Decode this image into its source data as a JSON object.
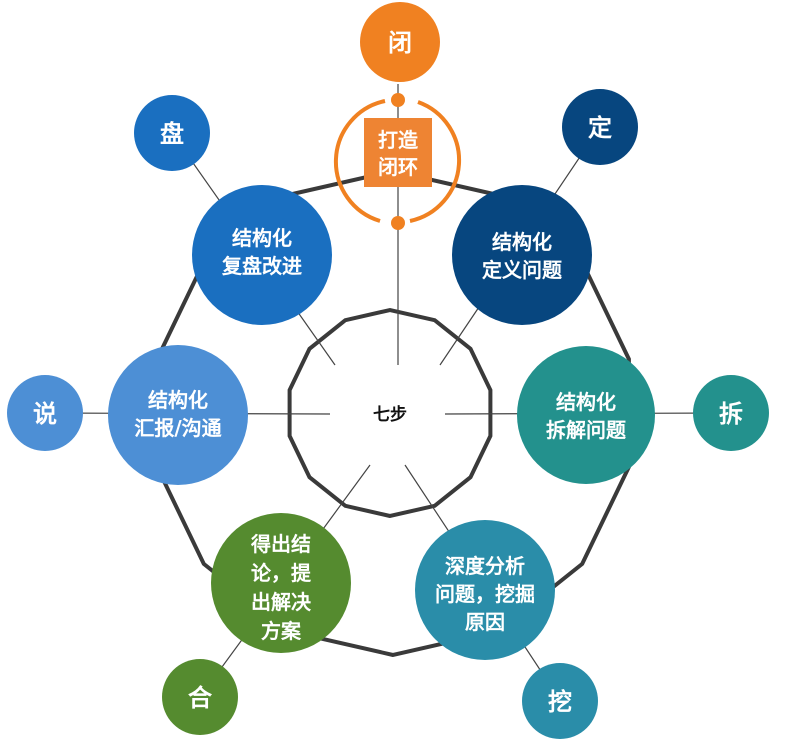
{
  "center": "七步",
  "close_loop": {
    "small": "闭",
    "box": [
      "打造",
      "闭环"
    ],
    "color": "#F08121"
  },
  "steps": [
    {
      "id": "define",
      "small": "定",
      "lines": [
        "结构化",
        "定义问题"
      ],
      "color": "#07467F"
    },
    {
      "id": "decompose",
      "small": "拆",
      "lines": [
        "结构化",
        "拆解问题"
      ],
      "color": "#23918D"
    },
    {
      "id": "dig",
      "small": "挖",
      "lines": [
        "深度分析",
        "问题，挖掘",
        "原因"
      ],
      "color": "#2A8DA9"
    },
    {
      "id": "conclude",
      "small": "合",
      "lines": [
        "得出结",
        "论，提",
        "出解决",
        "方案"
      ],
      "color": "#558B2F"
    },
    {
      "id": "report",
      "small": "说",
      "lines": [
        "结构化",
        "汇报/沟通"
      ],
      "color": "#4D8FD5"
    },
    {
      "id": "review",
      "small": "盘",
      "lines": [
        "结构化",
        "复盘改进"
      ],
      "color": "#1A6FC0"
    }
  ]
}
